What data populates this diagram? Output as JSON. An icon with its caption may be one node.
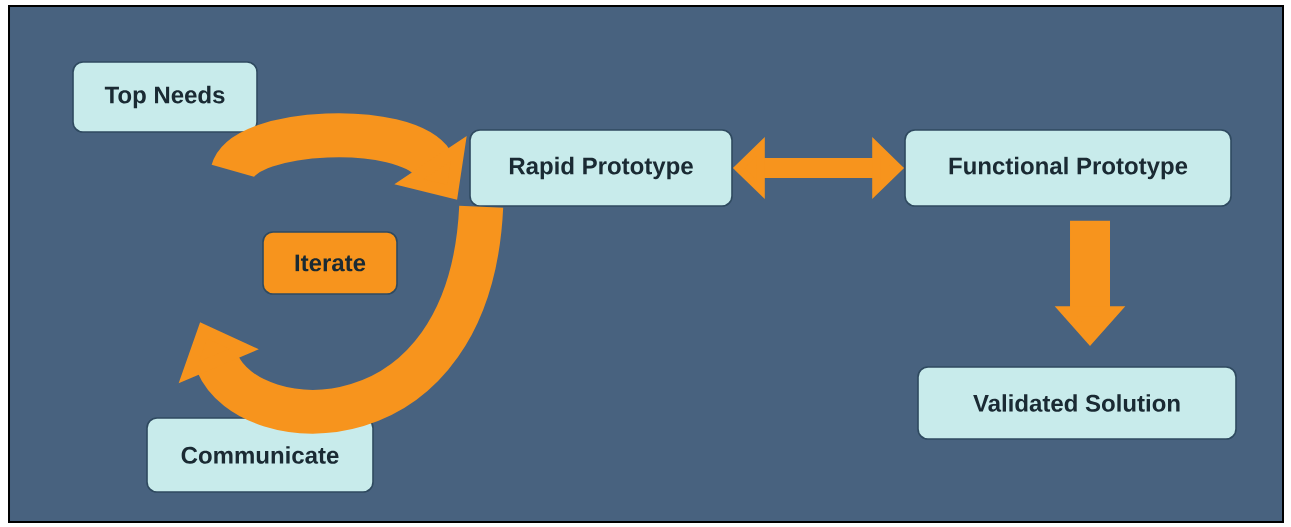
{
  "diagram": {
    "nodes": [
      {
        "text": [
          "Top Needs"
        ]
      },
      {
        "text": [
          "Rapid Prototype"
        ]
      },
      {
        "text": [
          "Functional Prototype"
        ]
      },
      {
        "text": [
          "Iterate"
        ]
      },
      {
        "text": [
          "Communicate"
        ]
      },
      {
        "text": [
          "Validated Solution"
        ]
      }
    ],
    "edges": [
      {
        "from": 0,
        "to": 1,
        "arrow": "to"
      },
      {
        "from": 1,
        "to": null,
        "arrow": "to"
      },
      {
        "from": 1,
        "to": 2,
        "arrow": "both"
      },
      {
        "from": 2,
        "to": 5,
        "arrow": "to"
      }
    ]
  }
}
